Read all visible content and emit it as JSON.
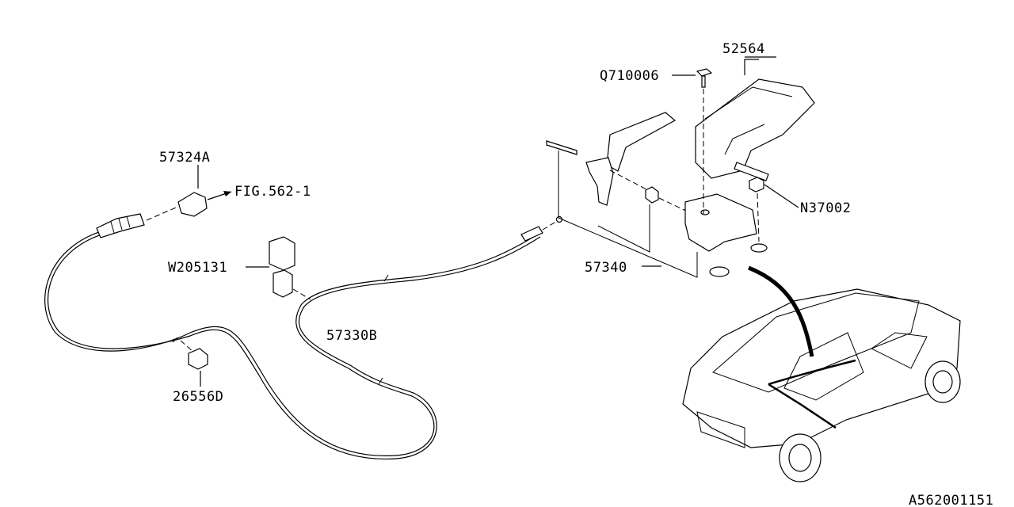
{
  "diagram_id": "A562001151",
  "callouts": {
    "p52564": "52564",
    "q710006": "Q710006",
    "p57324a": "57324A",
    "fig": "FIG.562-1",
    "n37002": "N37002",
    "w205131": "W205131",
    "p57340": "57340",
    "p57330b": "57330B",
    "p26556d": "26556D"
  }
}
